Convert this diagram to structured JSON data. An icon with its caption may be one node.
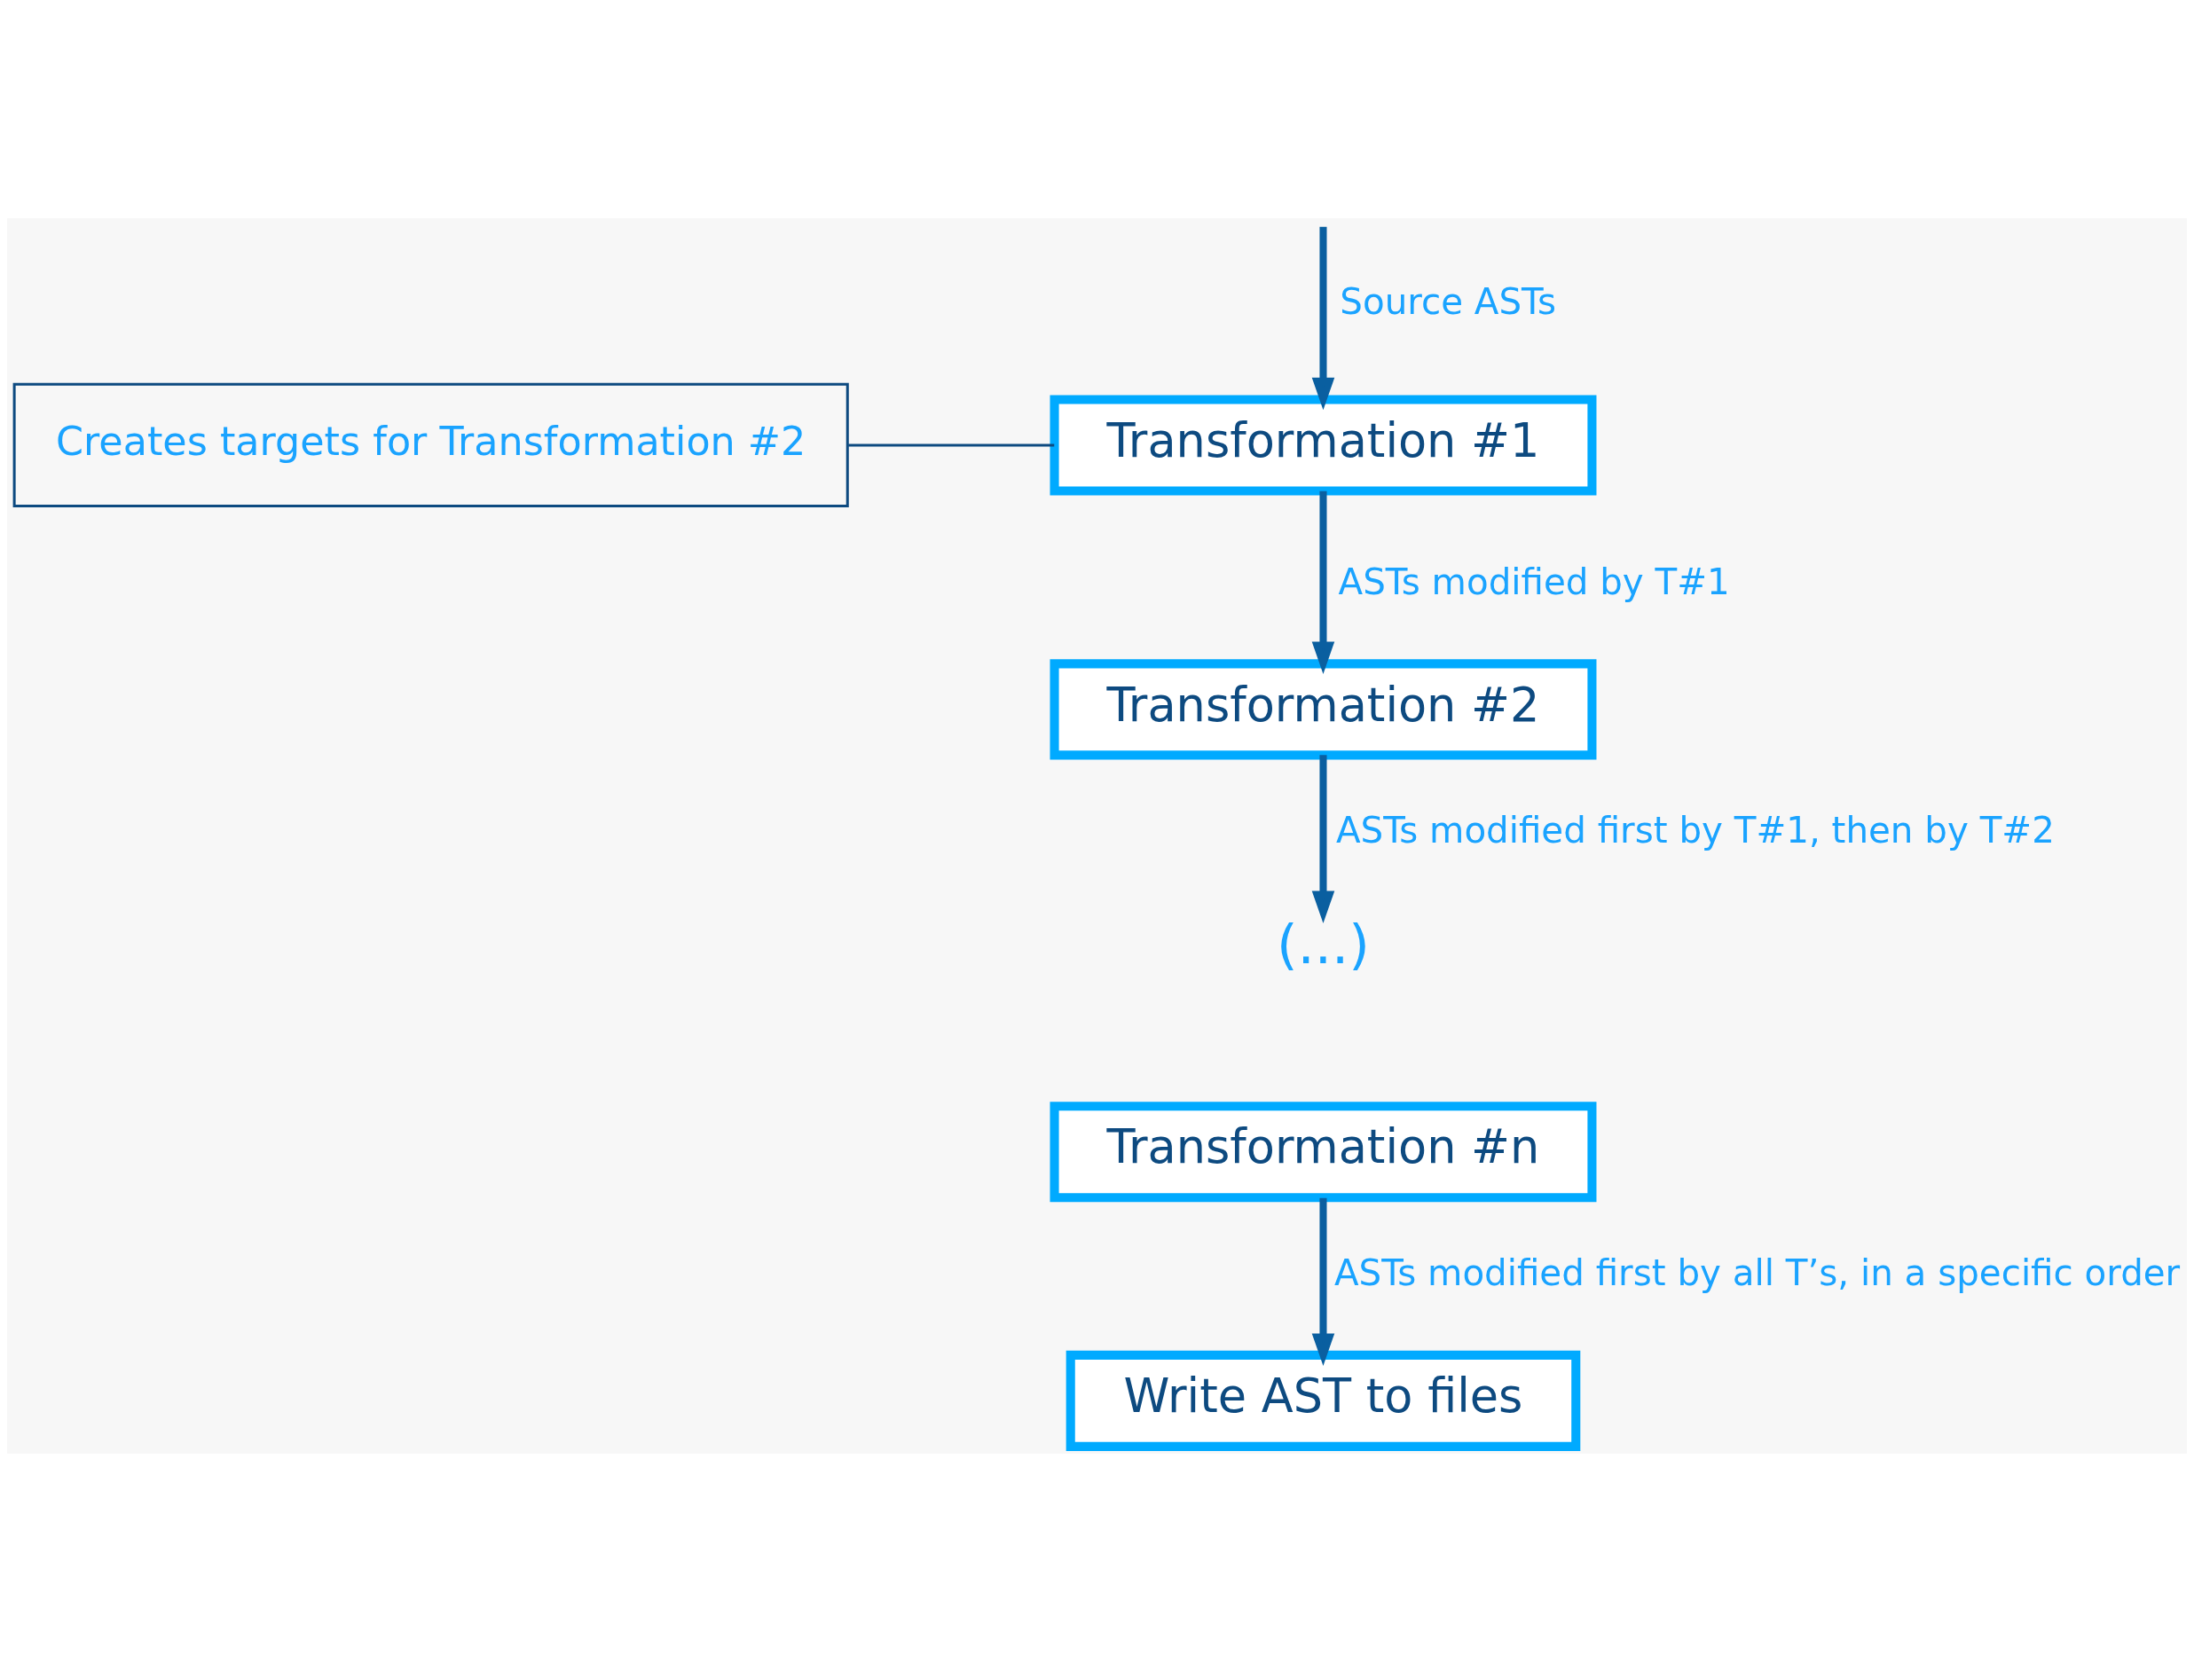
{
  "diagram": {
    "nodes": [
      {
        "text": [
          "Transformation #1"
        ]
      },
      {
        "text": [
          "Transformation #2"
        ]
      },
      {
        "text": [
          "(...)"
        ]
      },
      {
        "text": [
          "Transformation #n"
        ]
      },
      {
        "text": [
          "Write AST to files"
        ]
      },
      {
        "text": [
          "Creates targets for Transformation #2"
        ]
      }
    ],
    "edges": [
      {
        "from": null,
        "to": 0,
        "arrow": "to",
        "label": "Source ASTs"
      },
      {
        "from": 0,
        "to": 1,
        "arrow": "to",
        "label": "ASTs modified by T#1"
      },
      {
        "from": 1,
        "to": 2,
        "arrow": "to",
        "label": "ASTs modified first by T#1, then by T#2"
      },
      {
        "from": 3,
        "to": 4,
        "arrow": "to",
        "label": "ASTs modified first by all T’s, in a specific order"
      },
      {
        "from": 5,
        "to": 0,
        "arrow": "none"
      }
    ]
  }
}
